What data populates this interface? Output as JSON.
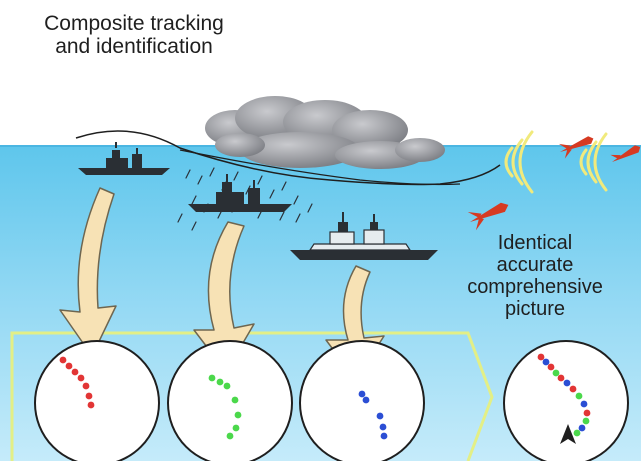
{
  "title_lines": [
    "Composite tracking",
    "and identification"
  ],
  "caption_lines": [
    "Identical",
    "accurate",
    "comprehensive",
    "picture"
  ],
  "colors": {
    "sky": "#ffffff",
    "sea_top": "#5ec6ec",
    "sea_bottom": "#c5ebfa",
    "arrow_fill": "#f7e2b5",
    "arrow_stroke": "#6e6650",
    "frame": "#e3ef86",
    "track_red": "#e23535",
    "track_green": "#4bd84b",
    "track_blue": "#2b4ed4",
    "missile": "#d63a22",
    "radar_waves": "#f1ea7c",
    "cloud": "#8d8f95",
    "ship": "#2a2f34"
  },
  "icons": [
    "cloud-icon",
    "ship-icon",
    "missile-icon",
    "radar-wave-icon",
    "aircraft-marker-icon"
  ]
}
